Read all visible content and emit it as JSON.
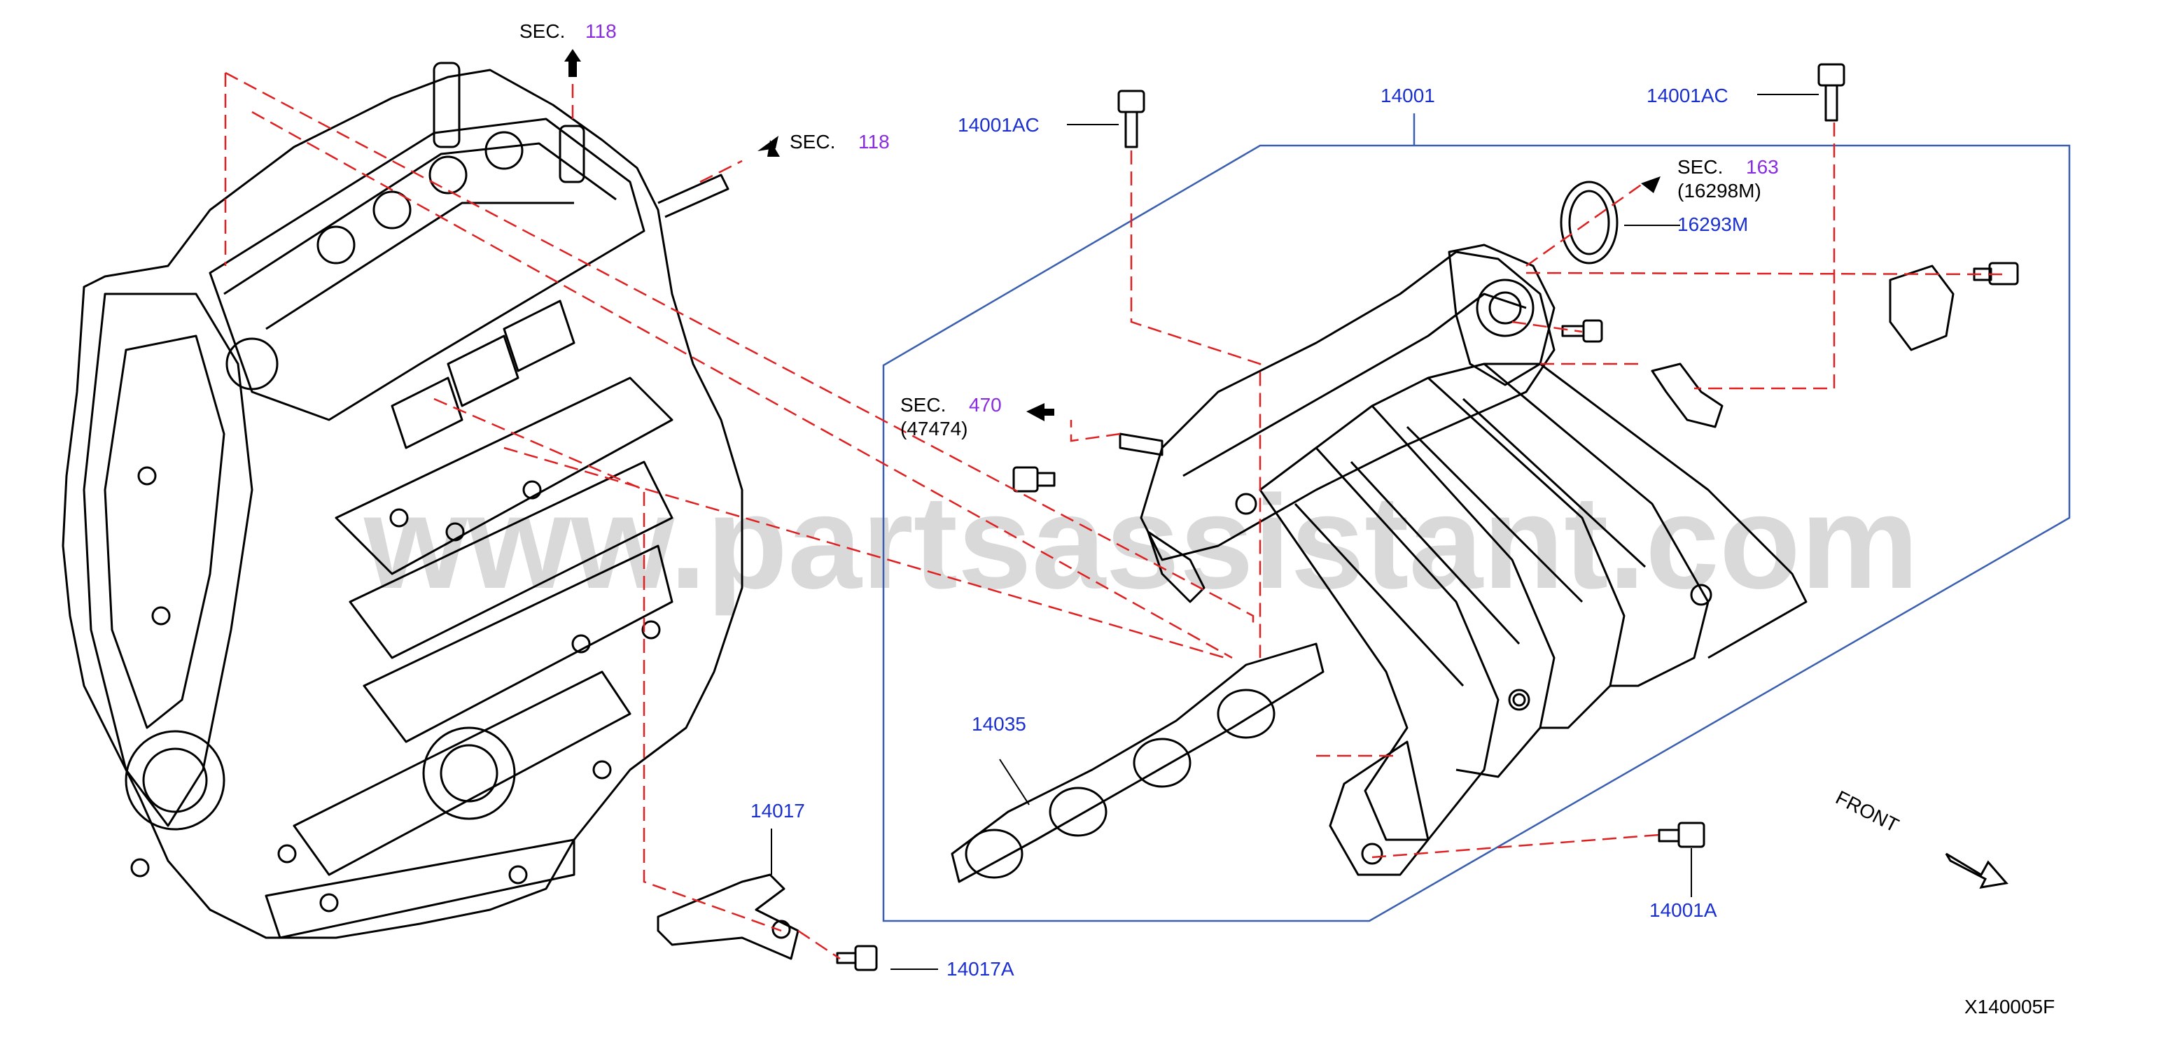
{
  "watermark": "www.partsassistant.com",
  "diagram_id": "X140005F",
  "front_label": "FRONT",
  "sec_prefix": "SEC.",
  "section_refs": [
    {
      "sec": "118",
      "sub": ""
    },
    {
      "sec": "118",
      "sub": ""
    },
    {
      "sec": "163",
      "sub": "(16298M)"
    },
    {
      "sec": "470",
      "sub": "(47474)"
    }
  ],
  "part_labels": [
    "14001",
    "14001AC",
    "14001AC",
    "16293M",
    "14035",
    "14017",
    "14017A",
    "14001A"
  ],
  "colors": {
    "part_label": "#1a2fd0",
    "section_number": "#8a2be2",
    "frame": "#3a5fb0",
    "leader_dashed": "#e02020",
    "line_art": "#000000"
  }
}
